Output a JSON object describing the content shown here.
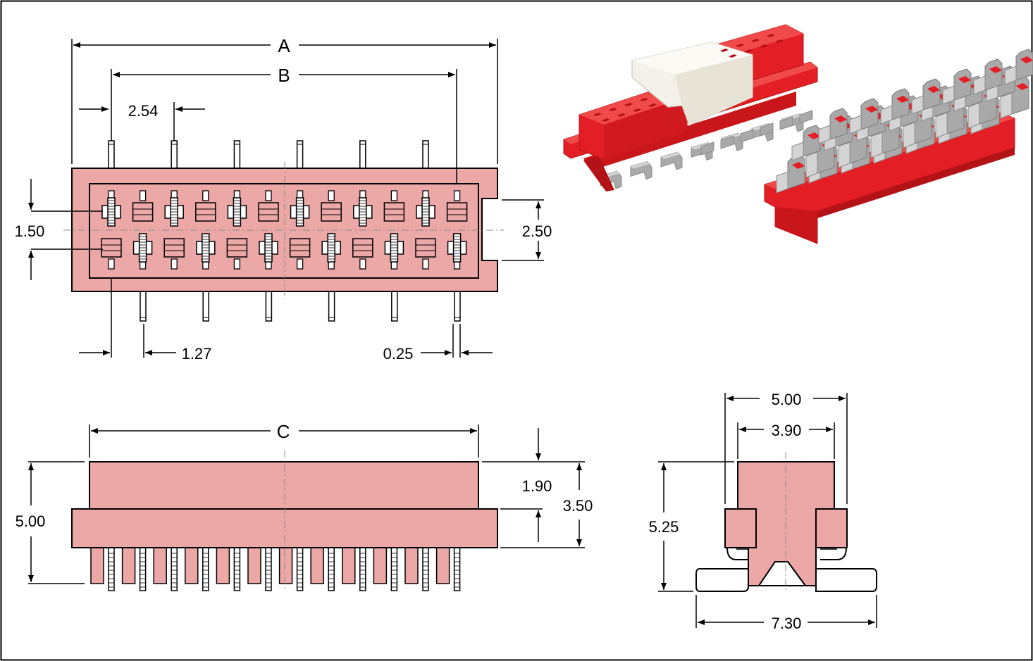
{
  "colors": {
    "body": "#eca7a7",
    "red": "#e31e24",
    "red_dark": "#b31217",
    "red_light": "#f04a4a",
    "grey": "#a9a9a9",
    "grey_light": "#d4d4d4",
    "cream": "#f3f1ea",
    "line": "#000000"
  },
  "top_view": {
    "dim_A": "A",
    "dim_B": "B",
    "pitch": "2.54",
    "row_pitch": "1.50",
    "row_gap": "2.50",
    "half_pitch": "1.27",
    "pin_width": "0.25"
  },
  "front_view": {
    "dim_C": "C",
    "height": "5.00",
    "upper": "1.90",
    "body_height": "3.50"
  },
  "side_view": {
    "width_top": "5.00",
    "width_inner": "3.90",
    "height": "5.25",
    "foot_span": "7.30"
  }
}
